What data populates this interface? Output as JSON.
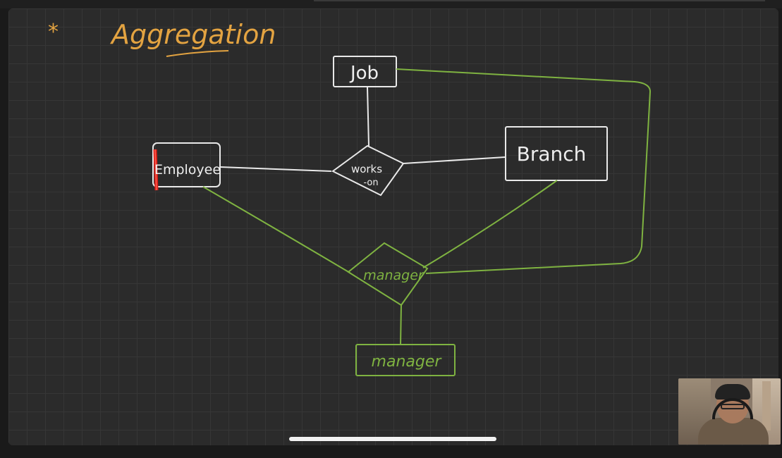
{
  "page": {
    "bullet": "*",
    "heading": "Aggregation"
  },
  "entities": {
    "job": "Job",
    "branch": "Branch",
    "employee": "Employee",
    "manager": "manager"
  },
  "relationships": {
    "works_on_line1": "works",
    "works_on_line2": "-on",
    "manages": "manager"
  },
  "colors": {
    "ink_white": "#eeeeee",
    "ink_green": "#7fb341",
    "ink_orange": "#e3a341",
    "highlight_red": "#e0201a",
    "board": "#2b2b2b"
  }
}
